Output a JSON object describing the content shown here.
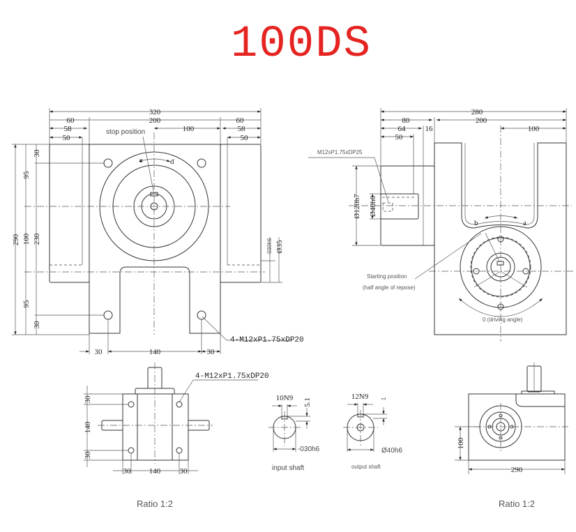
{
  "title": "100DS",
  "colors": {
    "title": "#e52421",
    "lines": "#333333"
  },
  "front_view": {
    "dims_top": {
      "overall": "320",
      "flange_left": "60",
      "center": "200",
      "flange_right": "60",
      "left_58": "58",
      "right_58": "58",
      "center_100": "100",
      "left_50": "50",
      "right_50": "50"
    },
    "dims_left": {
      "overall": "290",
      "upper_95": "95",
      "middle_100": "100",
      "lower_95": "95",
      "top_30": "30",
      "middle_230": "230",
      "bottom_30": "30"
    },
    "dims_bottom": {
      "left_30": "30",
      "center_140": "140",
      "right_30": "30"
    },
    "dims_right": {
      "shaft_tol": "-030h6",
      "shaft_dia": "Ø35"
    },
    "stop_position": "stop position",
    "arrow_c": "c",
    "arrow_d": "d",
    "hole_spec": "4-M12xP1.75xDP20"
  },
  "side_view": {
    "dims_top": {
      "overall": "280",
      "left_80": "80",
      "center_200": "200",
      "left_64": "64",
      "gap_16": "16",
      "right_100": "100",
      "left_50": "50"
    },
    "thread_spec": "M12xP1.75xDP25",
    "boss_dia": "Ø120h7",
    "shaft_dia": "Ø40h6",
    "arrow_b": "b",
    "arrow_a": "a",
    "starting_position": "Starting position",
    "half_angle": "(half angle of repose)",
    "driving_angle": "0 (driving angle)"
  },
  "bottom_view": {
    "hole_spec": "4-M12xP1.75xDP20",
    "dims_left": {
      "top_30": "30",
      "center_140": "140",
      "bottom_30": "30"
    },
    "dims_bottom": {
      "left_30": "30",
      "center_140": "140",
      "right_30": "30"
    }
  },
  "input_shaft": {
    "key": "10N9",
    "depth": "5.1",
    "dia": "-030h6",
    "label": "input shaft"
  },
  "output_shaft": {
    "key": "12N9",
    "depth": "1",
    "dia": "Ø40h6",
    "label": "output shaft"
  },
  "end_view": {
    "height": "100",
    "width": "290"
  },
  "ratio_left": "Ratio 1:2",
  "ratio_right": "Ratio 1:2"
}
